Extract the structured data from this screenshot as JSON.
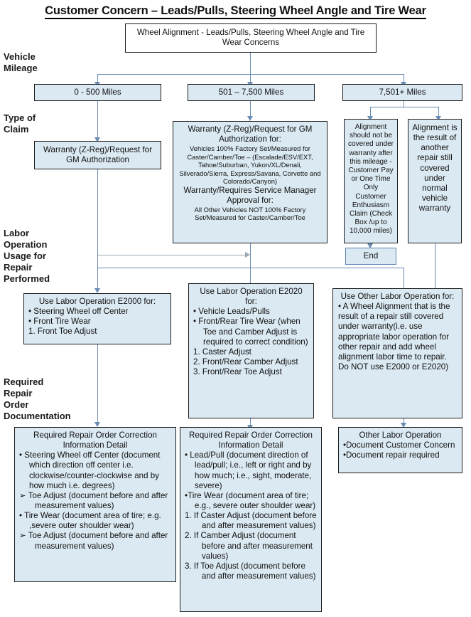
{
  "title": "Customer Concern – Leads/Pulls, Steering Wheel Angle and Tire Wear",
  "row_labels": {
    "vehicle_mileage": "Vehicle\nMileage",
    "type_of_claim": "Type of\nClaim",
    "labor_operation": "Labor\nOperation\nUsage for\nRepair\nPerformed",
    "required_repair": "Required\nRepair\nOrder\nDocumentation"
  },
  "start": {
    "text": "Wheel Alignment - Leads/Pulls, Steering Wheel Angle and Tire Wear Concerns"
  },
  "mileage": {
    "low": "0 - 500 Miles",
    "mid": "501 – 7,500 Miles",
    "high": "7,501+ Miles"
  },
  "claim": {
    "low": "Warranty (Z-Reg)/Request for GM  Authorization",
    "mid": {
      "b1": "Warranty (Z-Reg)/Request for GM Authorization for:",
      "b1_detail": "Vehicles 100% Factory Set/Measured for Caster/Camber/Toe – (Escalade/ESV/EXT, Tahoe/Suburban, Yukon/XL/Denali, Silverado/Sierra, Express/Savana,  Corvette and Colorado/Canyon)",
      "b2": "Warranty/Requires Service Manager Approval for:",
      "b2_detail": "All Other Vehicles NOT 100% Factory Set/Measured for Caster/Camber/Toe"
    },
    "high_a": "Alignment should not be covered under warranty after this mileage - Customer Pay or  One Time Only Customer Enthusiasm Claim (Check Box /up to 10,000 miles)",
    "high_b": "Alignment is the result of another repair still covered under normal vehicle warranty",
    "end": "End"
  },
  "labor": {
    "e2000": {
      "heading": "Use Labor Operation E2000 for:",
      "items": [
        "• Steering Wheel off Center",
        "• Front Tire Wear",
        "1.    Front Toe Adjust"
      ]
    },
    "e2020": {
      "heading": "Use Labor Operation E2020 for:",
      "items": [
        "• Vehicle Leads/Pulls",
        "• Front/Rear Tire Wear (when Toe and Camber Adjust is required to correct condition)",
        "1.    Caster Adjust",
        "2.    Front/Rear Camber Adjust",
        "3.    Front/Rear Toe Adjust"
      ]
    },
    "other": {
      "heading": "Use Other Labor Operation for:",
      "items": [
        "• A Wheel Alignment that is the result of a repair still covered under warranty(i.e. use appropriate labor operation for other repair and add wheel alignment labor time to repair. Do NOT use E2000 or E2020)"
      ]
    }
  },
  "documentation": {
    "left": {
      "heading": "Required Repair Order Correction Information Detail",
      "items": [
        "•  Steering Wheel off Center (document which direction off center i.e. clockwise/counter-clockwise and by how much i.e. degrees)",
        "➢    Toe Adjust (document before and after measurement values)",
        "• Tire Wear (document area of tire; e.g. ,severe outer shoulder wear)",
        "➢    Toe Adjust (document before and after measurement values)"
      ]
    },
    "middle": {
      "heading": "Required Repair Order Correction Information Detail",
      "items": [
        "• Lead/Pull (document direction of lead/pull; i.e., left or right and by how much; i.e., sight, moderate, severe)",
        "•Tire Wear (document area of tire; e.g., severe outer shoulder wear)",
        "1.    If Caster Adjust (document before and after measurement values)",
        "2.    If Camber Adjust (document before and after measurement values)",
        "3.    If Toe Adjust (document before and after measurement values)"
      ]
    },
    "right": {
      "heading": "Other Labor Operation",
      "items": [
        "•Document Customer Concern",
        "•Document repair required"
      ]
    }
  },
  "colors": {
    "box_fill": "#dbe9f2",
    "box_border": "#1d1d1d",
    "connector": "#6b8cb3",
    "connector_grey": "#9aa8b5"
  }
}
